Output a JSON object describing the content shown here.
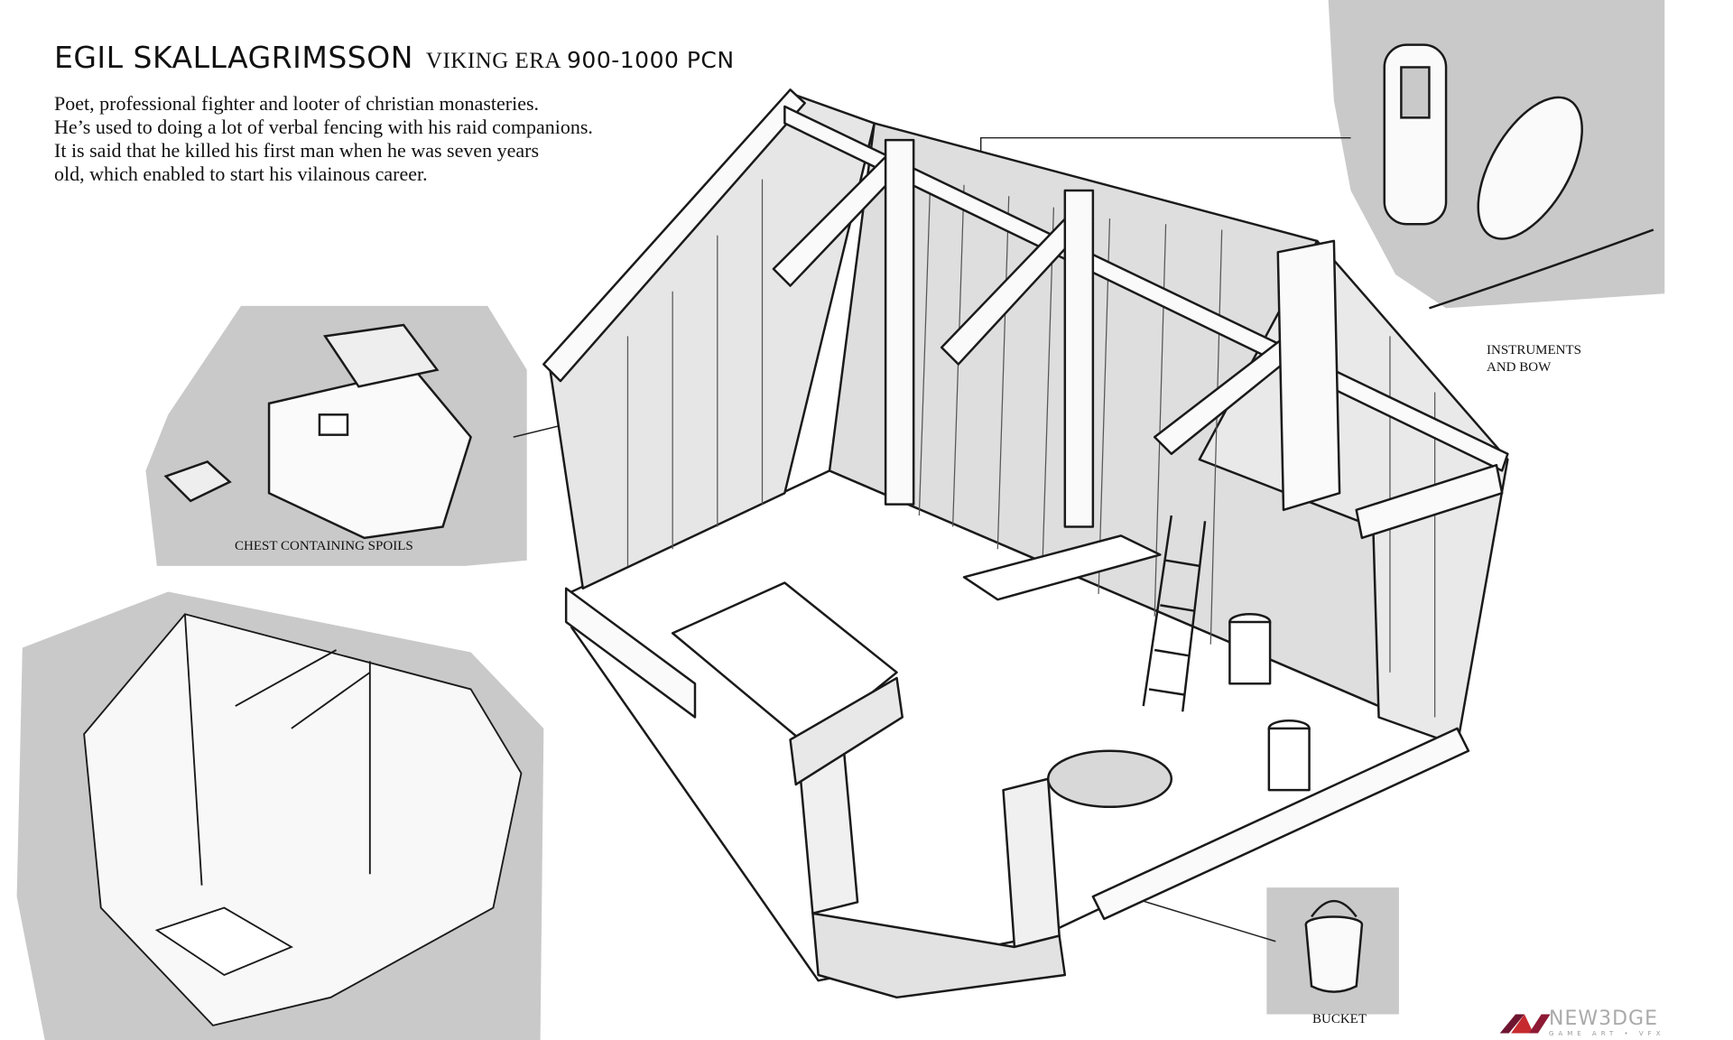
{
  "header": {
    "name": "EGIL SKALLAGRIMSSON",
    "era_label": "VIKING ERA",
    "era_range": "900-1000 PCN"
  },
  "description": [
    "Poet, professional fighter and looter of christian monasteries.",
    "He’s used to doing a lot of verbal fencing with his raid companions.",
    "It is said that he killed his first man when he was seven years",
    "old, which enabled to start his vilainous career."
  ],
  "callouts": {
    "chest": "CHEST CONTAINING SPOILS",
    "instruments_line1": "INSTRUMENTS",
    "instruments_line2": "AND BOW",
    "bucket": "BUCKET"
  },
  "logo": {
    "wordmark": "NEW3DGE",
    "tagline": "GAME ART • VFX",
    "colors": {
      "primary": "#c62a2f",
      "dark": "#6e1530",
      "text": "#aaaaaa"
    }
  },
  "colors": {
    "panel": "#c9c9c9",
    "line": "#1a1a1a",
    "background": "#ffffff"
  }
}
